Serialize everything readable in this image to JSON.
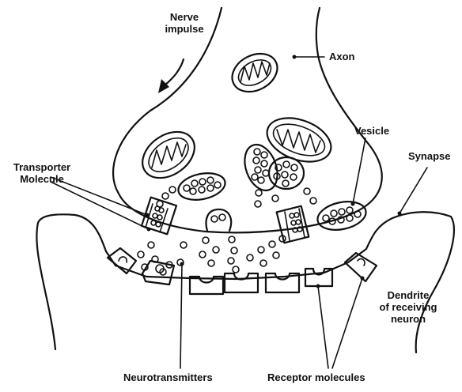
{
  "labels": {
    "nerve_impulse_line1": "Nerve",
    "nerve_impulse_line2": "impulse",
    "axon": "Axon",
    "vesicle": "Vesicle",
    "synapse": "Synapse",
    "transporter_line1": "Transporter",
    "transporter_line2": "Molecule",
    "dendrite_line1": "Dendrite",
    "dendrite_line2": "of receiving",
    "dendrite_line3": "neuron",
    "neurotransmitters": "Neurotransmitters",
    "receptor_molecules": "Receptor molecules"
  }
}
